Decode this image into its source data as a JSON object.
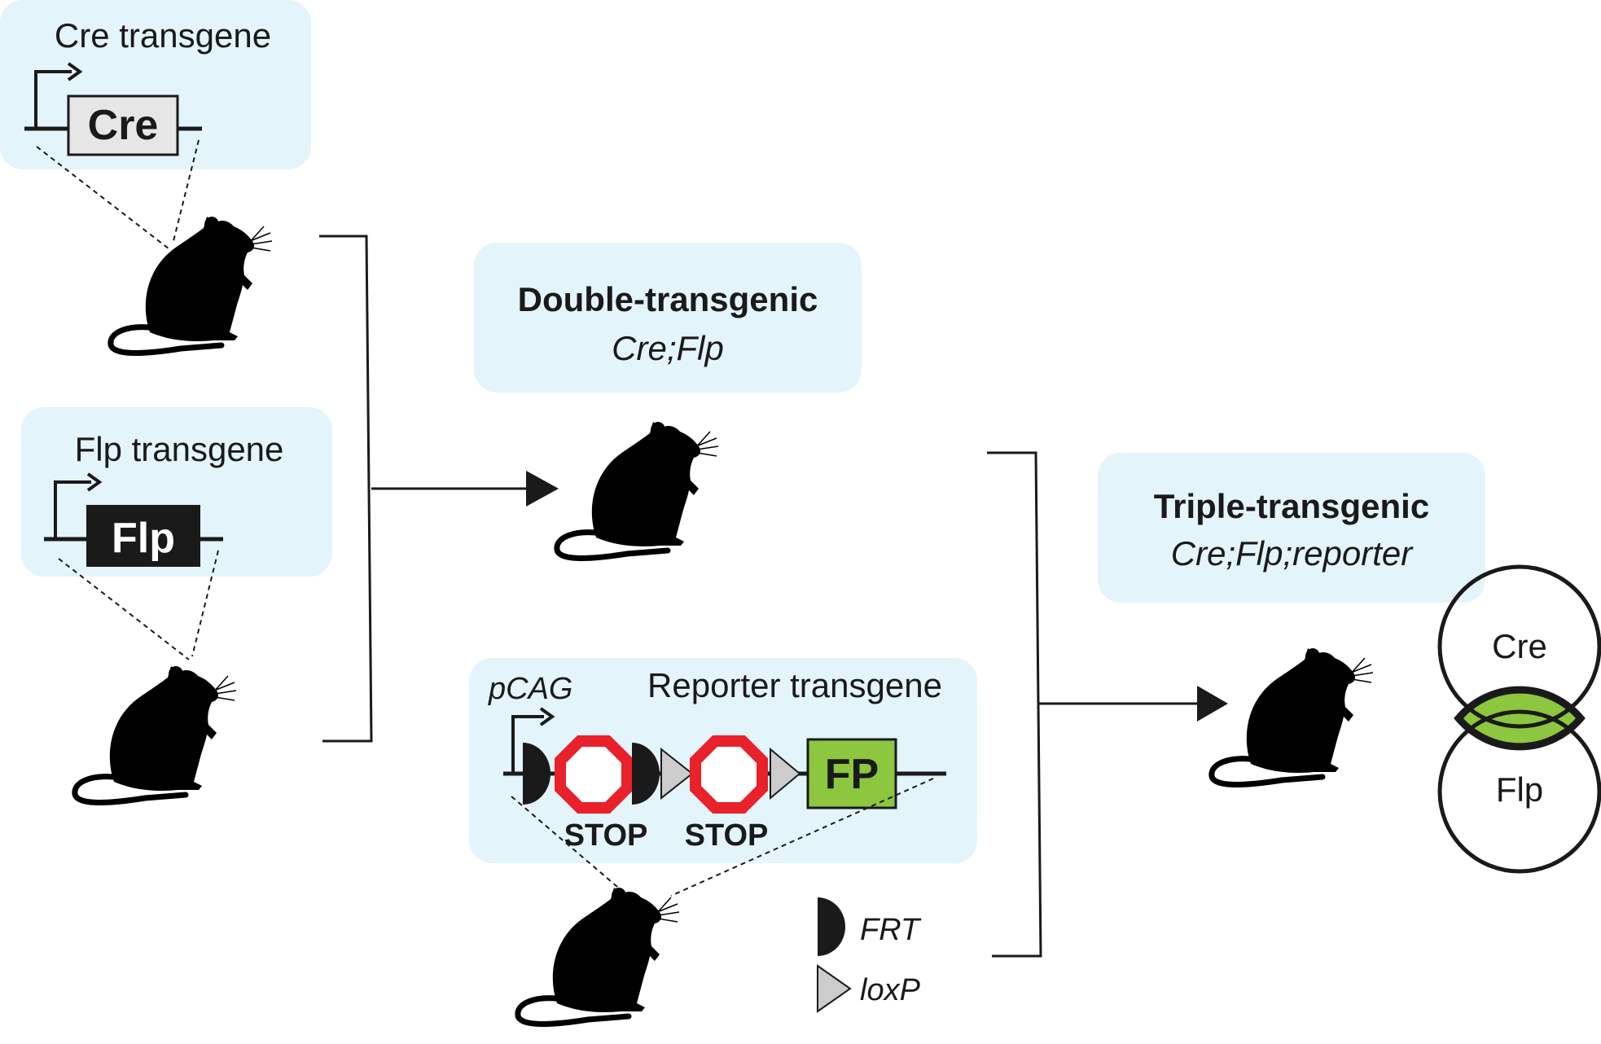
{
  "cre_box": {
    "title": "Cre transgene",
    "gene": "Cre"
  },
  "flp_box": {
    "title": "Flp transgene",
    "gene": "Flp"
  },
  "double_box": {
    "title": "Double-transgenic",
    "genotype": "Cre;Flp"
  },
  "reporter_box": {
    "promoter": "pCAG",
    "title": "Reporter transgene",
    "stop1": "STOP",
    "stop2": "STOP",
    "gene": "FP"
  },
  "triple_box": {
    "title": "Triple-transgenic",
    "genotype": "Cre;Flp;reporter"
  },
  "venn": {
    "top": "Cre",
    "bottom": "Flp",
    "intersection_color": "#8dc63f"
  },
  "legend": {
    "frt": "FRT",
    "loxp": "loxP"
  },
  "colors": {
    "box_bg": "#e4f4fb",
    "stop_red": "#e8212b",
    "fp_green": "#8dc63f",
    "cre_gray": "#e6e6e6",
    "loxp_gray": "#cccccc"
  }
}
